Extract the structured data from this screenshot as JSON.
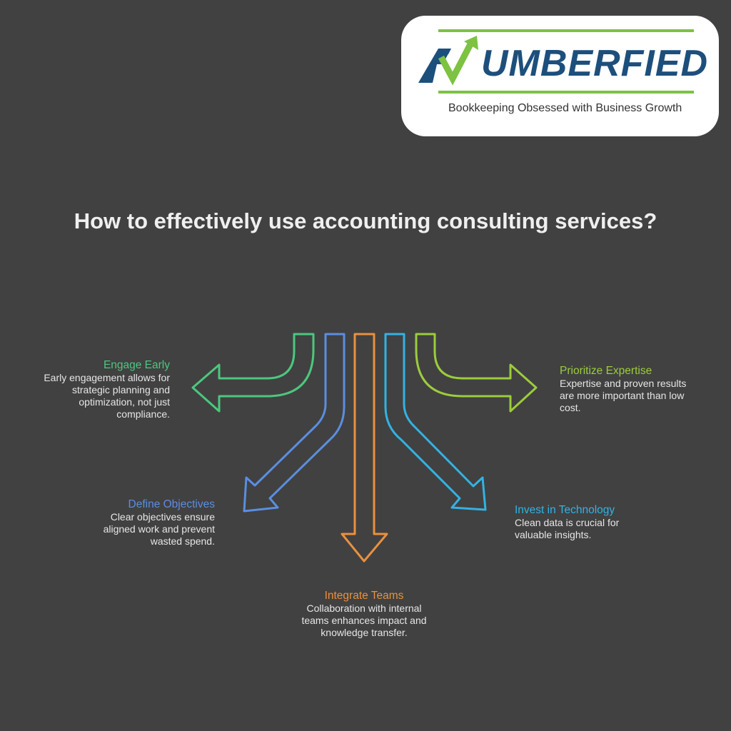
{
  "logo": {
    "wordmark": "UMBERFIED",
    "tagline": "Bookkeeping Obsessed with Business Growth",
    "colors": {
      "navy": "#1d4f7c",
      "green": "#7dc242"
    }
  },
  "title": "How to effectively use accounting consulting services?",
  "steps": [
    {
      "heading": "Engage Early",
      "body": "Early engagement allows for strategic planning and optimization, not just compliance.",
      "color": "#4cc77f",
      "direction": "left"
    },
    {
      "heading": "Define Objectives",
      "body": "Clear objectives ensure aligned work and prevent wasted spend.",
      "color": "#5a8ee0",
      "direction": "down-left"
    },
    {
      "heading": "Integrate Teams",
      "body": "Collaboration with internal teams enhances impact and knowledge transfer.",
      "color": "#e8913f",
      "direction": "down"
    },
    {
      "heading": "Invest in Technology",
      "body": "Clean data is crucial for valuable insights.",
      "color": "#33b2e3",
      "direction": "down-right"
    },
    {
      "heading": "Prioritize Expertise",
      "body": "Expertise and proven results are more important than low cost.",
      "color": "#9ccc3c",
      "direction": "right"
    }
  ]
}
